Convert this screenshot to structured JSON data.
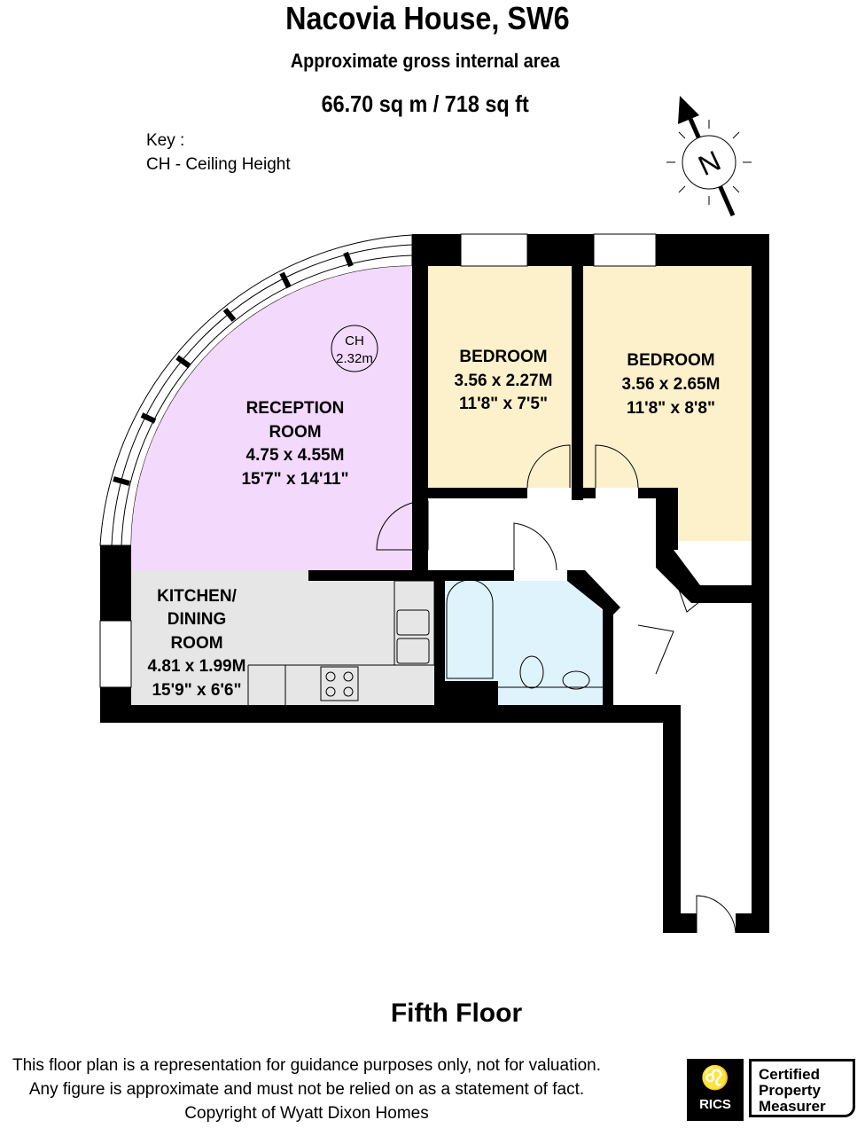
{
  "header": {
    "title": "Nacovia House, SW6",
    "subtitle": "Approximate gross internal area",
    "area": "66.70 sq m /  718 sq ft"
  },
  "key": {
    "heading": "Key :",
    "item": "CH - Ceiling Height"
  },
  "compass": {
    "label": "N",
    "icon": "north-arrow-icon"
  },
  "ceiling_height": {
    "label": "CH",
    "value": "2.32m"
  },
  "rooms": [
    {
      "name_lines": [
        "RECEPTION",
        "ROOM"
      ],
      "metric": "4.75 x 4.55M",
      "imperial": "15'7\" x 14'11\"",
      "color": "#f3d9fb"
    },
    {
      "name_lines": [
        "BEDROOM"
      ],
      "metric": "3.56 x 2.27M",
      "imperial": "11'8\" x 7'5\"",
      "color": "#fdf1cc"
    },
    {
      "name_lines": [
        "BEDROOM"
      ],
      "metric": "3.56 x 2.65M",
      "imperial": "11'8\" x 8'8\"",
      "color": "#fdf1cc"
    },
    {
      "name_lines": [
        "KITCHEN/",
        "DINING",
        "ROOM"
      ],
      "metric": "4.81 x 1.99M",
      "imperial": "15'9\" x 6'6\"",
      "color": "#e6e6e6"
    }
  ],
  "bathroom_color": "#def3fb",
  "floor_label": "Fifth Floor",
  "disclaimer": [
    "This floor plan is a representation for guidance purposes only, not for valuation.",
    "Any figure is approximate and must not be relied on as a statement of fact.",
    "Copyright of Wyatt Dixon Homes"
  ],
  "badge": {
    "org": "RICS",
    "lines": [
      "Certified",
      "Property",
      "Measurer"
    ]
  }
}
